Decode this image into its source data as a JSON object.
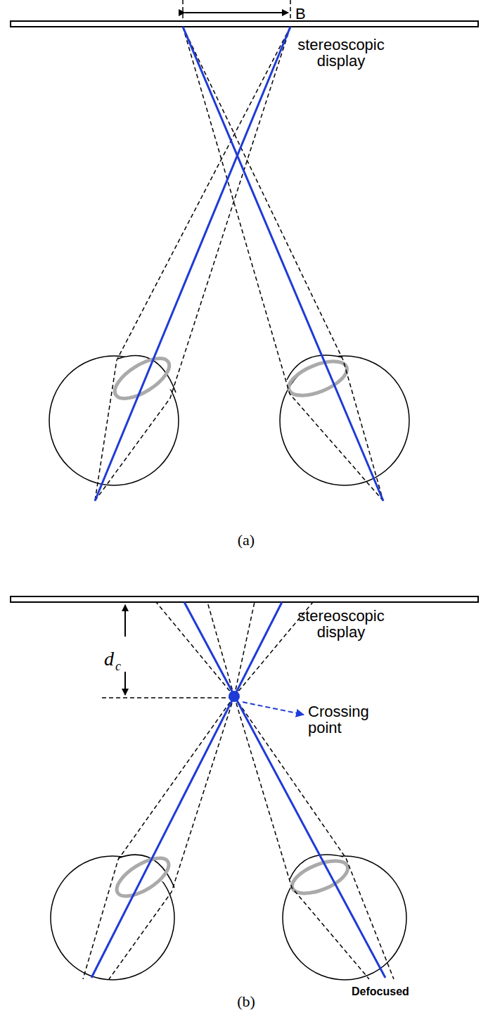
{
  "diagram": {
    "labels": [
      "B",
      "stereoscopic display",
      "(a)",
      "d",
      "c",
      "Crossing point",
      "stereoscopic display",
      "Defocused",
      "(b)"
    ]
  }
}
